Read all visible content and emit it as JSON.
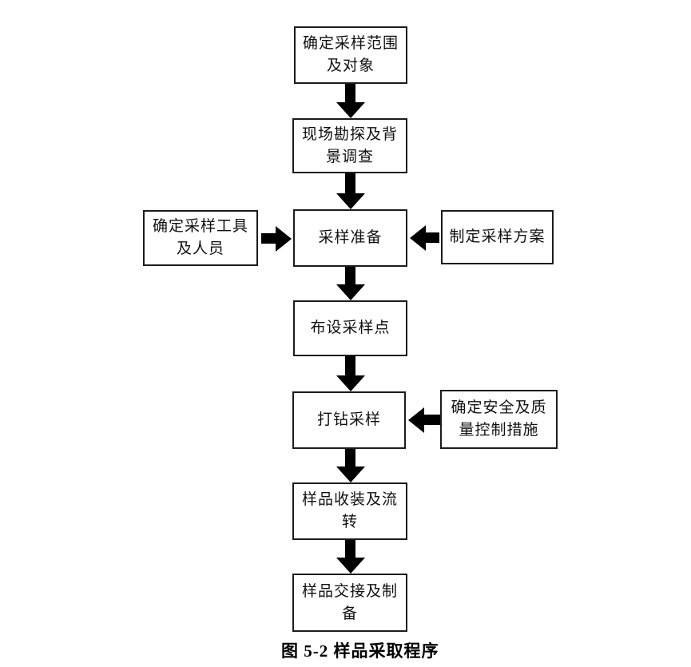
{
  "colors": {
    "background": "#ffffff",
    "box_border": "#1c1c1c",
    "arrow": "#000000",
    "text": "#111111"
  },
  "diagram": {
    "caption": "图 5-2 样品采取程序",
    "nodes": [
      {
        "id": "determine-scope",
        "label": "确定采样范围\n及对象"
      },
      {
        "id": "site-survey",
        "label": "现场勘探及背\n景调查"
      },
      {
        "id": "determine-tools",
        "label": "确定采样工具\n及人员"
      },
      {
        "id": "sampling-prep",
        "label": "采样准备"
      },
      {
        "id": "sampling-plan",
        "label": "制定采样方案"
      },
      {
        "id": "layout-points",
        "label": "布设采样点"
      },
      {
        "id": "drill-sampling",
        "label": "打钻采样"
      },
      {
        "id": "safety-quality",
        "label": "确定安全及质\n量控制措施"
      },
      {
        "id": "sample-packing",
        "label": "样品收装及流\n转"
      },
      {
        "id": "sample-handover",
        "label": "样品交接及制\n备"
      }
    ],
    "edges": [
      {
        "from": "determine-scope",
        "to": "site-survey",
        "direction": "down"
      },
      {
        "from": "site-survey",
        "to": "sampling-prep",
        "direction": "down"
      },
      {
        "from": "determine-tools",
        "to": "sampling-prep",
        "direction": "right"
      },
      {
        "from": "sampling-plan",
        "to": "sampling-prep",
        "direction": "left"
      },
      {
        "from": "sampling-prep",
        "to": "layout-points",
        "direction": "down"
      },
      {
        "from": "layout-points",
        "to": "drill-sampling",
        "direction": "down"
      },
      {
        "from": "safety-quality",
        "to": "drill-sampling",
        "direction": "left"
      },
      {
        "from": "drill-sampling",
        "to": "sample-packing",
        "direction": "down"
      },
      {
        "from": "sample-packing",
        "to": "sample-handover",
        "direction": "down"
      }
    ]
  }
}
